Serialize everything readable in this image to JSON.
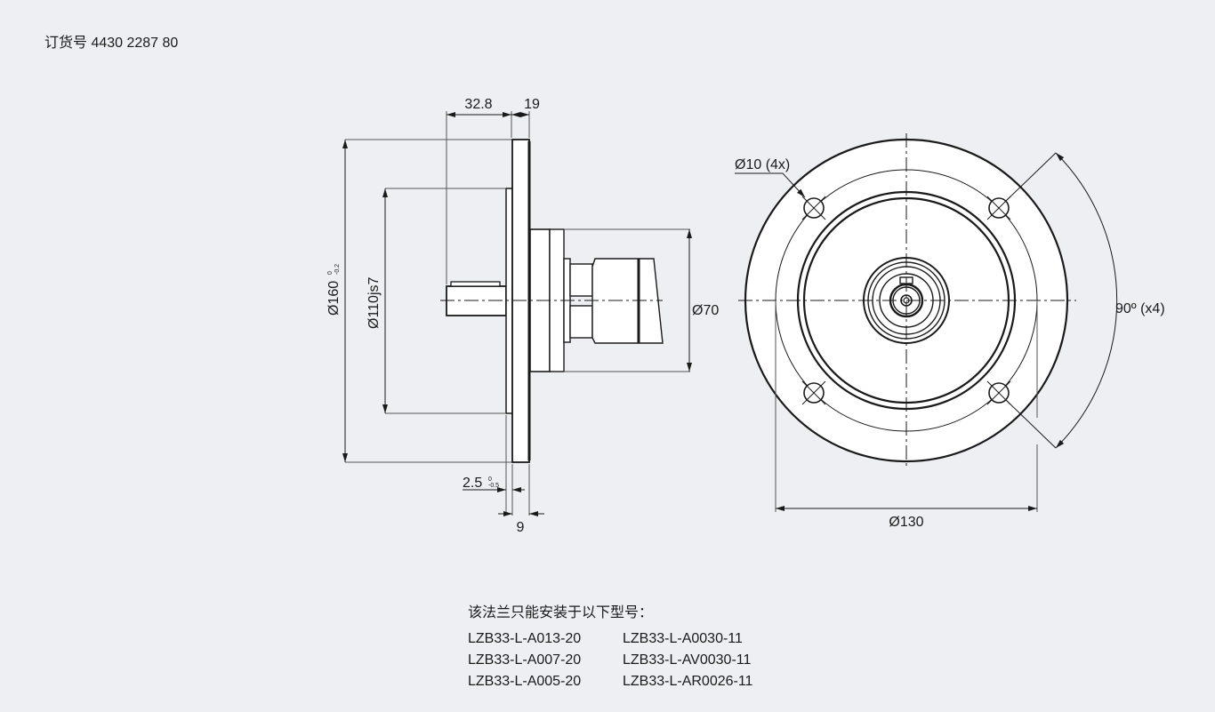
{
  "order_number": "订货号 4430 2287 80",
  "side_view": {
    "dim_shaft_length": "32.8",
    "dim_flange_to_end": "19",
    "dim_flange_dia": "Ø160",
    "dim_flange_dia_tol_upper": "0",
    "dim_flange_dia_tol_lower": "-0.2",
    "dim_pilot_dia": "Ø110js7",
    "dim_hub_dia": "Ø70",
    "dim_pilot_depth": "2.5",
    "dim_pilot_depth_tol_upper": "0",
    "dim_pilot_depth_tol_lower": "-0.5",
    "dim_flange_thickness": "9"
  },
  "front_view": {
    "dim_hole": "Ø10 (4x)",
    "dim_pitch_circle": "Ø130",
    "dim_angle": "90º (x4)"
  },
  "notes": {
    "title": "该法兰只能安装于以下型号：",
    "models": [
      "LZB33-L-A013-20",
      "LZB33-L-A0030-11",
      "LZB33-L-A007-20",
      "LZB33-L-AV0030-11",
      "LZB33-L-A005-20",
      "LZB33-L-AR0026-11"
    ]
  },
  "colors": {
    "background": "#eeeff2",
    "line": "#1a1a1a",
    "part_fill": "#ffffff"
  }
}
